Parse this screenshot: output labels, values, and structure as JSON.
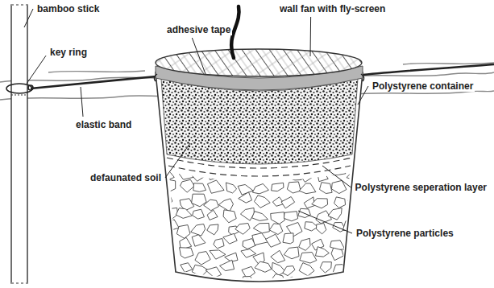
{
  "diagram": {
    "labels": [
      "bamboo stick",
      "key ring",
      "adhesive tape",
      "wall fan with fly-screen",
      "elastic band",
      "Polystyrene container",
      "defaunated soil",
      "Polystyrene seperation layer",
      "Polystyrene particles"
    ]
  }
}
